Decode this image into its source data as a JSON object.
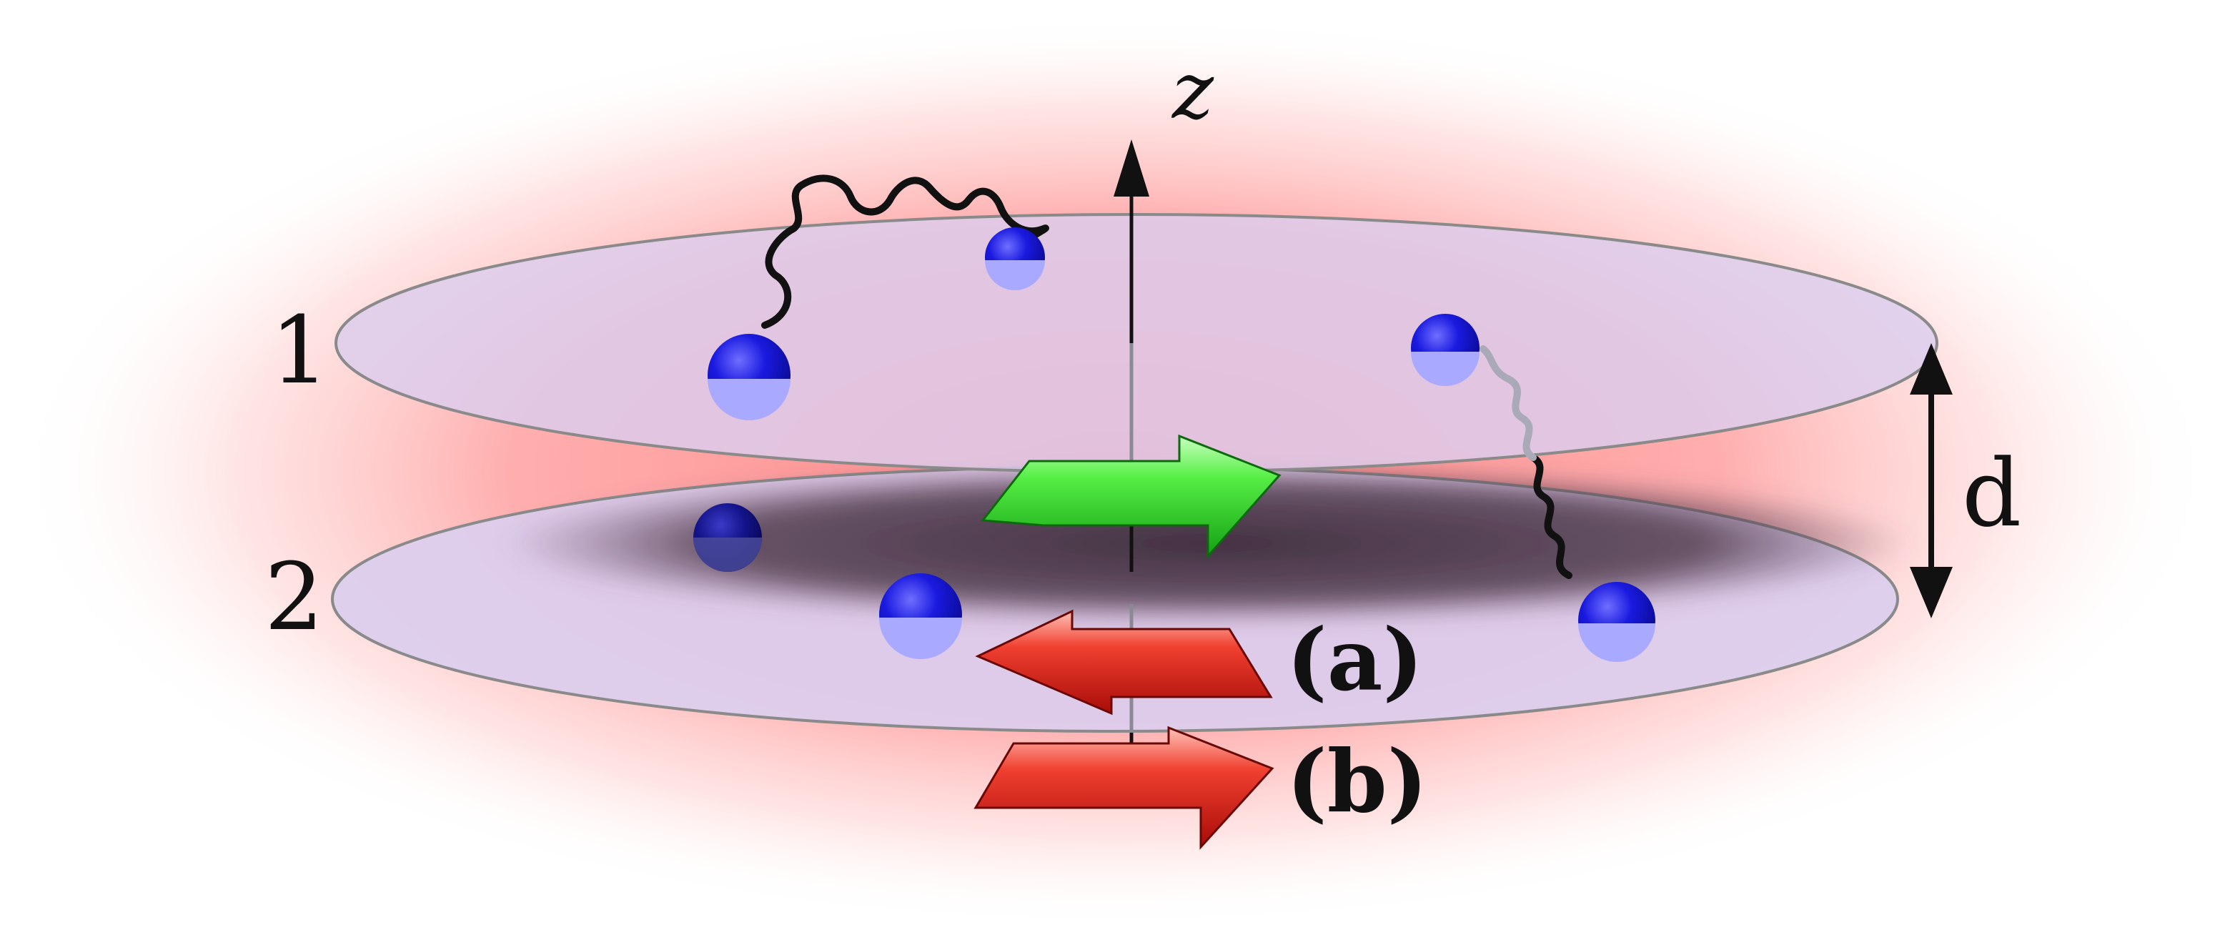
{
  "labels": {
    "axis": "z",
    "layer_top": "1",
    "layer_bottom": "2",
    "separation": "d",
    "arrow_a": "(a)",
    "arrow_b": "(b)"
  },
  "colors": {
    "halo": "#ff9f9f",
    "layer_fill": "#dccdee",
    "layer_stroke": "#8a8a8a",
    "shadow": "#3c2a3a",
    "atom": "#1515d6",
    "atom_dark": "#08086a",
    "atom_lower": "#a9a9ff",
    "arrow_green": "#2ee02e",
    "arrow_red": "#e8261c"
  }
}
